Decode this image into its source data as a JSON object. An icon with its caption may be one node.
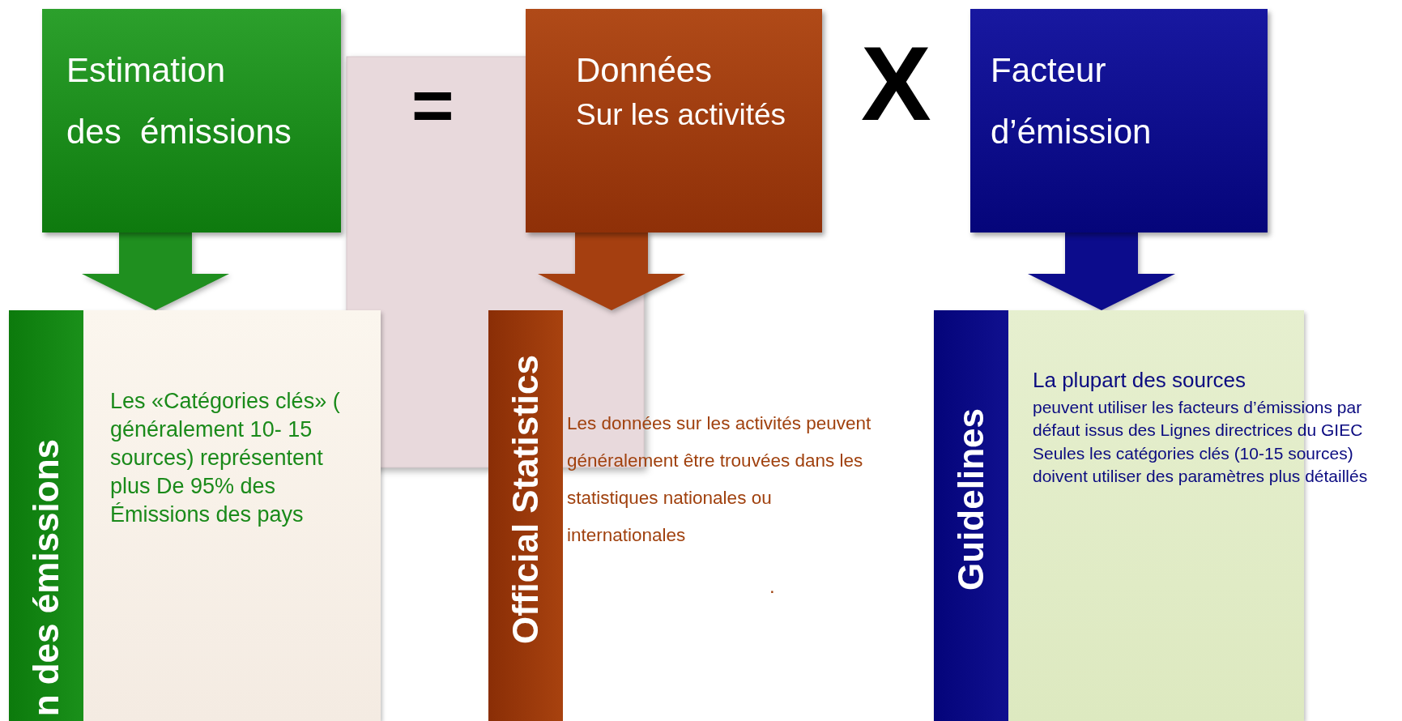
{
  "diagram": {
    "nodes": [
      {
        "text": [
          "Estimation",
          "des  émissions"
        ]
      },
      {
        "text": [
          "Données",
          "Sur les activités"
        ]
      },
      {
        "text": [
          "Facteur",
          "d’émission"
        ]
      },
      {
        "text": [
          "n des émissions",
          "Les «Catégories clés» ( généralement 10- 15 sources) représentent plus De 95% des Émissions des pays"
        ]
      },
      {
        "text": [
          "Official Statistics",
          "Les données sur les activités peuvent généralement être trouvées dans les statistiques nationales ou internationales"
        ]
      },
      {
        "text": [
          "Guidelines",
          "La plupart des sources",
          "peuvent utiliser les facteurs d’émissions par défaut issus des Lignes directrices du GIEC Seules les catégories clés (10-15 sources) doivent utiliser des paramètres plus détaillés"
        ]
      }
    ],
    "edges": [
      {
        "from": 0,
        "to": 3,
        "arrow": "to",
        "color": "#1f8f1f"
      },
      {
        "from": 1,
        "to": 4,
        "arrow": "to",
        "color": "#a53f10"
      },
      {
        "from": 2,
        "to": 5,
        "arrow": "to",
        "color": "#0c0c8c"
      }
    ],
    "labels": [
      "=",
      "X",
      "."
    ]
  }
}
